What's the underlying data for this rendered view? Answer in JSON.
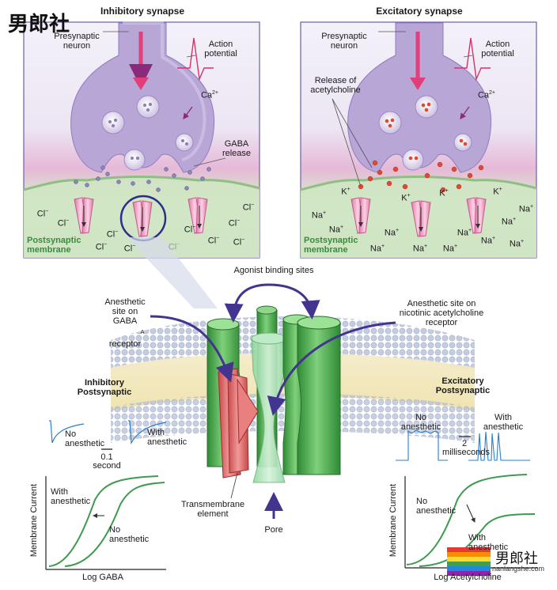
{
  "watermark": {
    "text": "男郎社",
    "url": "nanlangshe.com"
  },
  "inhibitory_panel": {
    "title": "Inhibitory synapse",
    "presynaptic": "Presynaptic\nneuron",
    "action_potential": "Action\npotential",
    "ca": "Ca",
    "ca_sup": "2+",
    "gaba_release": "GABA\nrelease",
    "ion": "Cl",
    "ion_sup": "−",
    "postsynaptic": "Postsynaptic\nmembrane"
  },
  "excitatory_panel": {
    "title": "Excitatory synapse",
    "presynaptic": "Presynaptic\nneuron",
    "action_potential": "Action\npotential",
    "release_ach": "Release of\nacetylcholine",
    "ca": "Ca",
    "ca_sup": "2+",
    "k": "K",
    "k_sup": "+",
    "na": "Na",
    "na_sup": "+",
    "postsynaptic": "Postsynaptic\nmembrane"
  },
  "receptor": {
    "agonist_sites": "Agonist binding sites",
    "anesthetic_gaba": "Anesthetic\nsite on\nGABA",
    "anesthetic_gaba_sub": "A",
    "anesthetic_gaba_tail": "receptor",
    "anesthetic_nach": "Anesthetic site on\nnicotinic acetylcholine\nreceptor",
    "transmembrane": "Transmembrane\nelement",
    "pore": "Pore"
  },
  "inhibitory_traces": {
    "heading": "Inhibitory\nPostsynaptic",
    "no_anesthetic": "No\nanesthetic",
    "with_anesthetic": "With\nanesthetic",
    "scale_value": "0.1",
    "scale_unit": "second"
  },
  "excitatory_traces": {
    "heading": "Excitatory\nPostsynaptic",
    "no_anesthetic": "No\nanesthetic",
    "with_anesthetic": "With\nanesthetic",
    "scale_value": "2",
    "scale_unit": "milliseconds"
  },
  "gaba_plot": {
    "ylabel": "Membrane Current",
    "xlabel": "Log GABA",
    "with_label": "With\nanesthetic",
    "no_label": "No\nanesthetic"
  },
  "ach_plot": {
    "ylabel": "Membrane Current",
    "xlabel": "Log Acetylcholine",
    "no_label": "No\nanesthetic",
    "with_label": "With\nanesthetic"
  },
  "colors": {
    "panel_bg": "#d9d3e8",
    "neuron": "#b9a8d6",
    "membrane": "#c4dfb6",
    "receptor_pink": "#e48bb5",
    "channel_green": "#4fae4a",
    "transmembrane_red": "#e06464",
    "trace_blue": "#2a7fc9",
    "curve_green": "#3f9a4f",
    "arrow_purple": "#4a3a9a"
  }
}
